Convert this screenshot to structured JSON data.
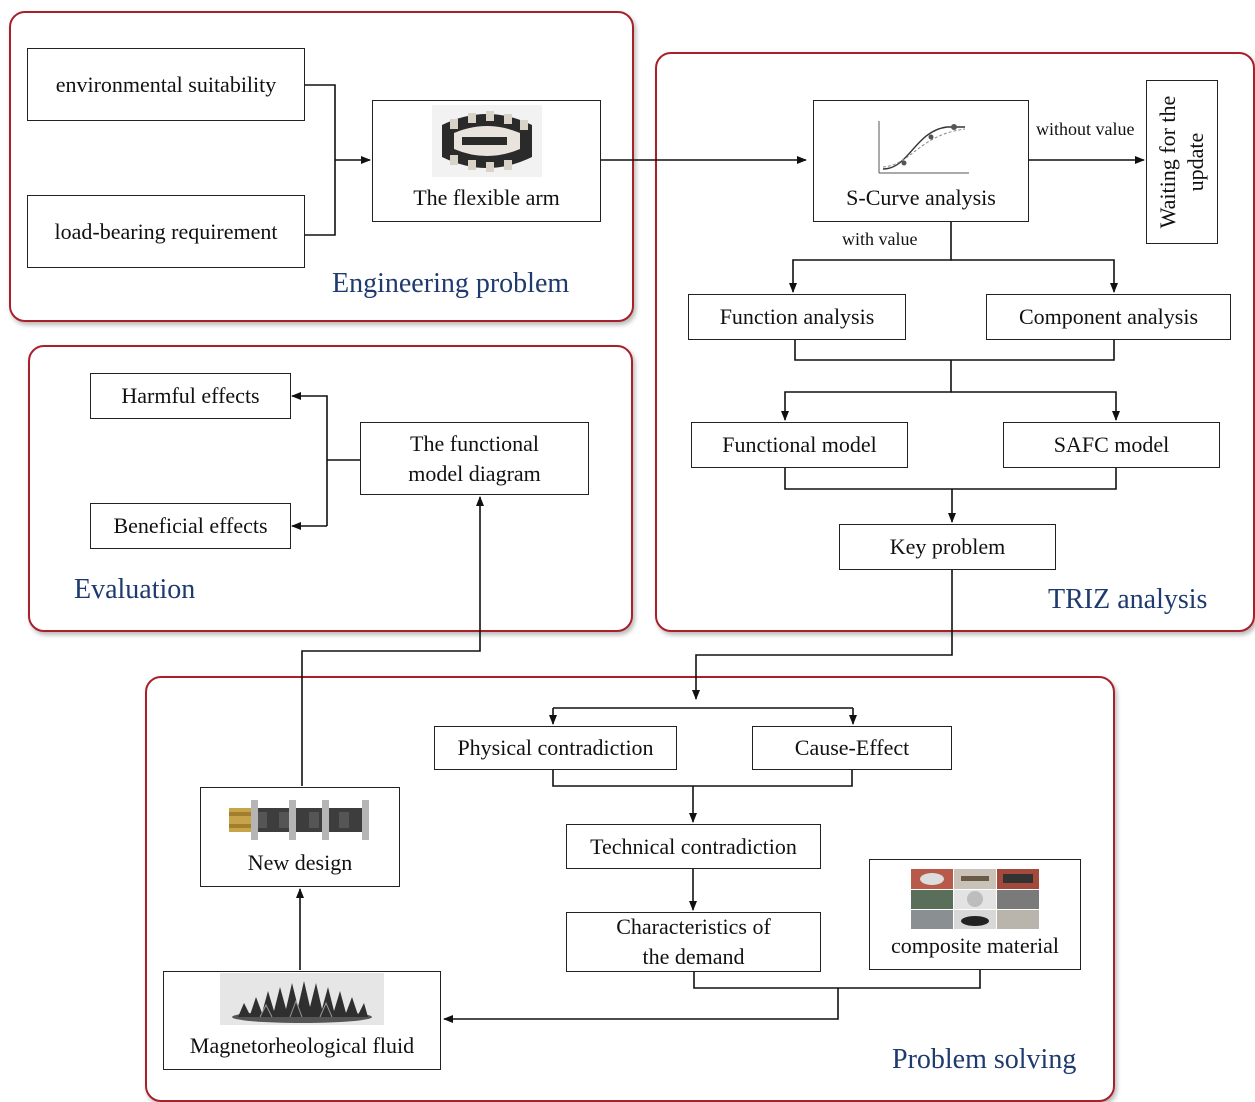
{
  "panels": {
    "engineering": "Engineering problem",
    "triz": "TRIZ analysis",
    "evaluation": "Evaluation",
    "solving": "Problem solving"
  },
  "nodes": {
    "env": "environmental suitability",
    "load": "load-bearing requirement",
    "arm": "The flexible arm",
    "scurve": "S-Curve analysis",
    "waiting": "Waiting for the update",
    "function": "Function analysis",
    "component": "Component analysis",
    "functional_model": "Functional model",
    "safc": "SAFC model",
    "key": "Key problem",
    "harmful": "Harmful effects",
    "beneficial": "Beneficial effects",
    "fm_diagram_1": "The functional",
    "fm_diagram_2": "model diagram",
    "physical": "Physical contradiction",
    "cause": "Cause-Effect",
    "technical": "Technical contradiction",
    "char_1": "Characteristics of",
    "char_2": "the demand",
    "composite": "composite material",
    "new_design": "New design",
    "mrf": "Magnetorheological fluid"
  },
  "edge_labels": {
    "without_value": "without value",
    "with_value": "with value"
  },
  "colors": {
    "panel_border": "#a8202a",
    "panel_title": "#1e3a6e"
  }
}
